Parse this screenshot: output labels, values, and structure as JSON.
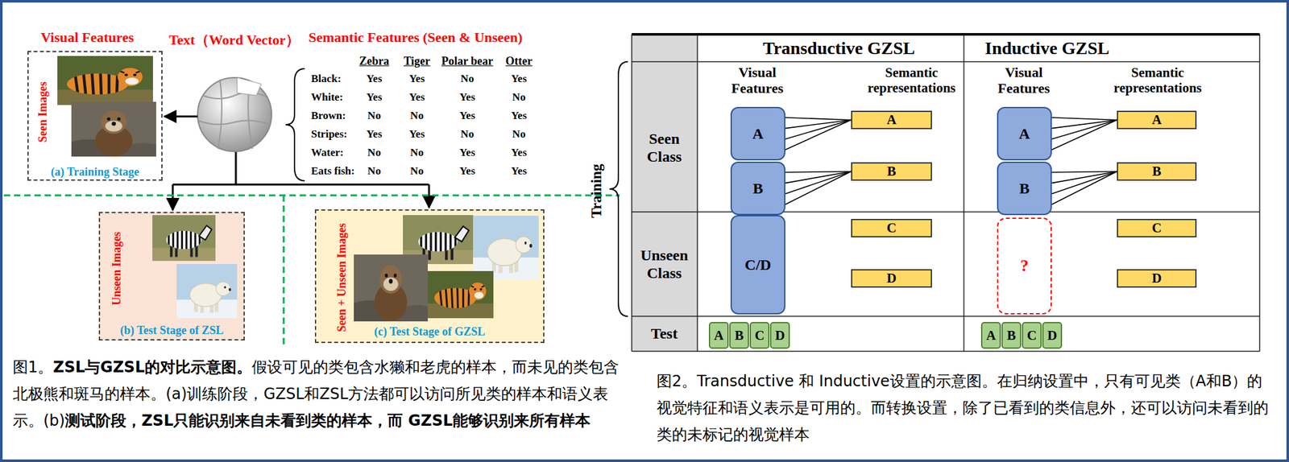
{
  "diagram": {
    "nodes": [
      {
        "text": [
          "Seen Images",
          "(a) Training Stage"
        ]
      },
      {
        "text": [
          "Unseen Images",
          "(b) Test Stage of ZSL"
        ]
      },
      {
        "text": [
          "Seen + Unseen Images",
          "(c) Test Stage of GZSL"
        ]
      },
      {
        "text": [
          "A"
        ]
      },
      {
        "text": [
          "B"
        ]
      },
      {
        "text": [
          "C/D"
        ]
      },
      {
        "text": [
          "A"
        ]
      },
      {
        "text": [
          "B"
        ]
      },
      {
        "text": [
          "C"
        ]
      },
      {
        "text": [
          "D"
        ]
      },
      {
        "text": [
          "A"
        ]
      },
      {
        "text": [
          "B"
        ]
      },
      {
        "text": [
          "?"
        ]
      },
      {
        "text": [
          "A"
        ]
      },
      {
        "text": [
          "B"
        ]
      },
      {
        "text": [
          "C"
        ]
      },
      {
        "text": [
          "D"
        ]
      },
      {
        "text": [
          "A"
        ]
      },
      {
        "text": [
          "B"
        ]
      },
      {
        "text": [
          "C"
        ]
      },
      {
        "text": [
          "D"
        ]
      },
      {
        "text": [
          "A"
        ]
      },
      {
        "text": [
          "B"
        ]
      },
      {
        "text": [
          "C"
        ]
      },
      {
        "text": [
          "D"
        ]
      }
    ],
    "edges": [
      {
        "from": 3,
        "to": 6,
        "arrow": "none"
      },
      {
        "from": 3,
        "to": 6,
        "arrow": "none"
      },
      {
        "from": 3,
        "to": 6,
        "arrow": "none"
      },
      {
        "from": 3,
        "to": 6,
        "arrow": "none"
      },
      {
        "from": 4,
        "to": 7,
        "arrow": "none"
      },
      {
        "from": 4,
        "to": 7,
        "arrow": "none"
      },
      {
        "from": 4,
        "to": 7,
        "arrow": "none"
      },
      {
        "from": 4,
        "to": 7,
        "arrow": "none"
      },
      {
        "from": 10,
        "to": 13,
        "arrow": "none"
      },
      {
        "from": 10,
        "to": 13,
        "arrow": "none"
      },
      {
        "from": 10,
        "to": 13,
        "arrow": "none"
      },
      {
        "from": 10,
        "to": 13,
        "arrow": "none"
      },
      {
        "from": 11,
        "to": 14,
        "arrow": "none"
      },
      {
        "from": 11,
        "to": 14,
        "arrow": "none"
      },
      {
        "from": 11,
        "to": 14,
        "arrow": "none"
      },
      {
        "from": 11,
        "to": 14,
        "arrow": "none"
      }
    ],
    "labels": [
      "Visual Features",
      "Text（Word Vector）",
      "Semantic Features (Seen & Unseen)",
      "Zebra",
      "Tiger",
      "Polar bear",
      "Otter",
      "Black:",
      "Yes",
      "Yes",
      "No",
      "Yes",
      "White:",
      "Yes",
      "Yes",
      "Yes",
      "No",
      "Brown:",
      "No",
      "No",
      "Yes",
      "Yes",
      "Stripes:",
      "Yes",
      "Yes",
      "No",
      "No",
      "Water:",
      "No",
      "No",
      "Yes",
      "Yes",
      "Eats fish:",
      "No",
      "No",
      "Yes",
      "Yes",
      "图1。",
      "ZSL与GZSL的对比示意图。",
      "假设可见的类包含水獭和老虎的样本，而未见的类包含北极熊和斑马的样本。(a)训练阶段，GZSL和ZSL方法都可以访问所见类的样本和语义表示。(b)",
      "测试阶段，ZSL只能识别来自未看到类的样本，而 GZSL能够识别来所有样本",
      "Transductive GZSL",
      "Inductive GZSL",
      "Visual Features",
      "Semantic representations",
      "Visual Features",
      "Semantic representations",
      "Seen Class",
      "Unseen Class",
      "Test",
      "Training",
      "图2。Transductive 和 Inductive设置的示意图。在归纳设置中，只有可见类（A和B）的视觉特征和语义表示是可用的。而转换设置，除了已看到的类信息外，还可以访问未看到的类的未标记的视觉样本"
    ]
  }
}
